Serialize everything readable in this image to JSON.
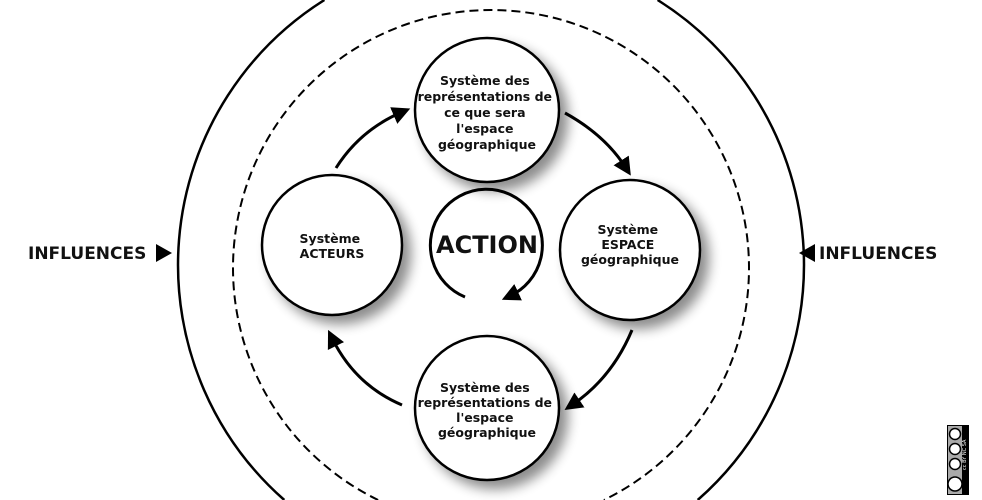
{
  "center": {
    "label": "ACTION"
  },
  "influences": {
    "left": "INFLUENCES",
    "right": "INFLUENCES"
  },
  "nodes": {
    "top": {
      "lines": [
        "Système des",
        "représentations de",
        "ce que sera",
        "l'espace",
        "géographique"
      ]
    },
    "left": {
      "lines": [
        "Système",
        "ACTEURS"
      ]
    },
    "right": {
      "lines": [
        "Système",
        "ESPACE",
        "géographique"
      ]
    },
    "bottom": {
      "lines": [
        "Système des",
        "représentations de",
        "l'espace",
        "géographique"
      ]
    }
  },
  "license": {
    "badge": "cc BY NC SA"
  },
  "colors": {
    "stroke": "#000000",
    "fill": "#ffffff",
    "shadow": "#bbbbbb"
  }
}
